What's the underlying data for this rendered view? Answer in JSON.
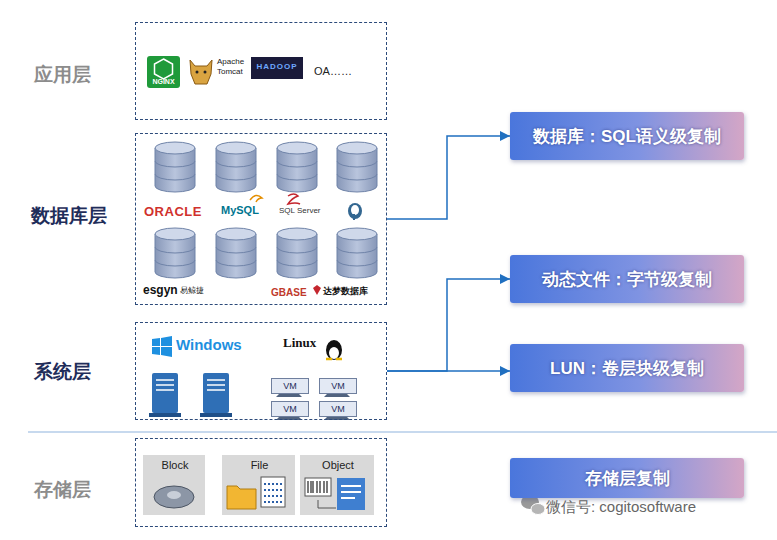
{
  "diagram": {
    "nodes": [
      {
        "text": [
          "应用层"
        ]
      },
      {
        "text": [
          "数据库层"
        ]
      },
      {
        "text": [
          "系统层"
        ]
      },
      {
        "text": [
          "VM"
        ],
        "in": 2
      },
      {
        "text": [
          "VM"
        ],
        "in": 2
      },
      {
        "text": [
          "VM"
        ],
        "in": 2
      },
      {
        "text": [
          "VM"
        ],
        "in": 2
      },
      {
        "text": [
          "存储层"
        ]
      },
      {
        "text": [
          "Block"
        ],
        "in": 7
      },
      {
        "text": [
          "File"
        ],
        "in": 7
      },
      {
        "text": [
          "Object"
        ],
        "in": 7
      },
      {
        "text": [
          "数据库：SQL语义级复制"
        ]
      },
      {
        "text": [
          "动态文件：字节级复制"
        ]
      },
      {
        "text": [
          "LUN：卷层块级复制"
        ]
      },
      {
        "text": [
          "存储层复制"
        ]
      }
    ],
    "edges": [
      {
        "from": 1,
        "to": 11,
        "arrow": "to"
      },
      {
        "from": 2,
        "to": 12,
        "arrow": "to"
      },
      {
        "from": 2,
        "to": 13,
        "arrow": "to"
      }
    ],
    "labels": [
      "NGINX",
      "Apache",
      "Tomcat",
      "HADOOP",
      "OA……",
      "ORACLE",
      "MySQL",
      "SQL Server",
      "esgyn",
      "易鲸捷",
      "GBASE",
      "达梦数据库",
      "Windows",
      "Linux",
      "微信号: cogitosoftware"
    ]
  }
}
